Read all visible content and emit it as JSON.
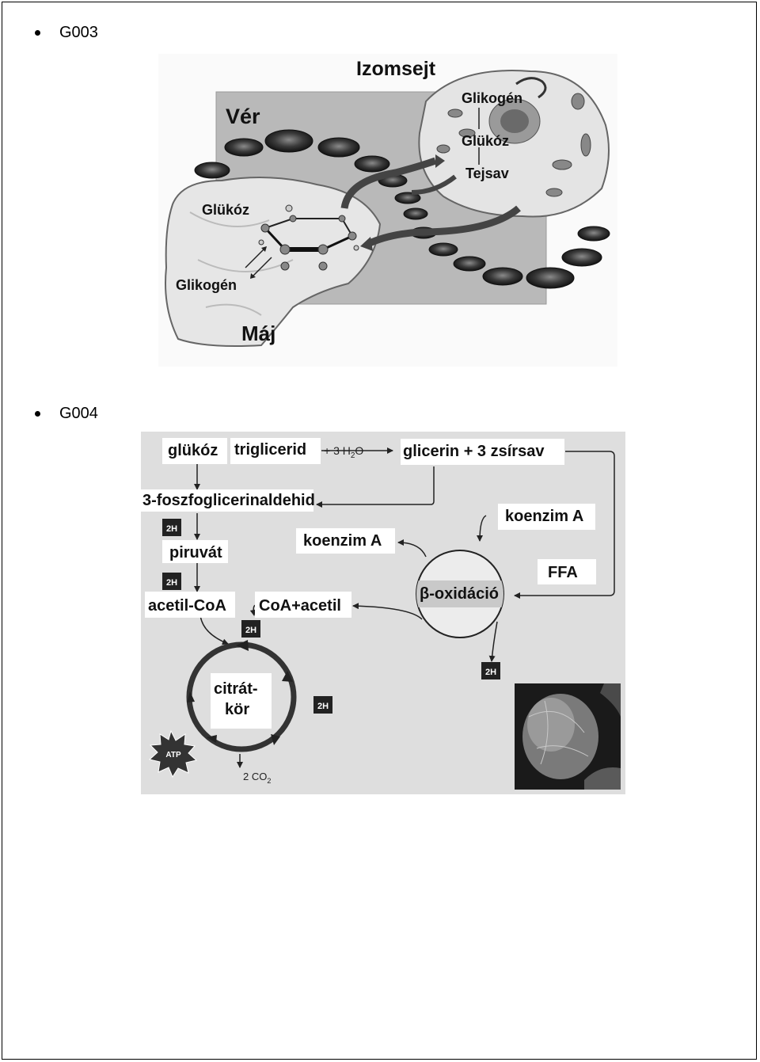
{
  "sections": [
    {
      "label": "G003"
    },
    {
      "label": "G004"
    }
  ],
  "figure1": {
    "title": "Izomsejt",
    "blood": "Vér",
    "muscle_glycogen": "Glikogén",
    "muscle_glucose": "Glükóz",
    "lactic_acid": "Tejsav",
    "liver_glucose": "Glükóz",
    "liver_glycogen": "Glikogén",
    "liver": "Máj"
  },
  "figure2": {
    "glucose": "glükóz",
    "triglyceride": "triglicerid",
    "water_prefix": "+ 3 H",
    "water_sub": "2",
    "water_suffix": "O",
    "glycerol": "glicerin + 3 zsírsav",
    "g3p": "3-foszfoglicerinaldehid",
    "pyruvate": "piruvát",
    "coenzyme_a_1": "koenzim A",
    "coenzyme_a_2": "koenzim A",
    "ffa": "FFA",
    "beta_ox": "β-oxidáció",
    "acetyl_coa": "acetil-CoA",
    "coa_acetyl": "CoA+acetil",
    "citrate_line1": "citrát-",
    "citrate_line2": "kör",
    "h2_badge": "2H",
    "atp": "ATP",
    "co2_prefix": "2 CO",
    "co2_sub": "2"
  }
}
